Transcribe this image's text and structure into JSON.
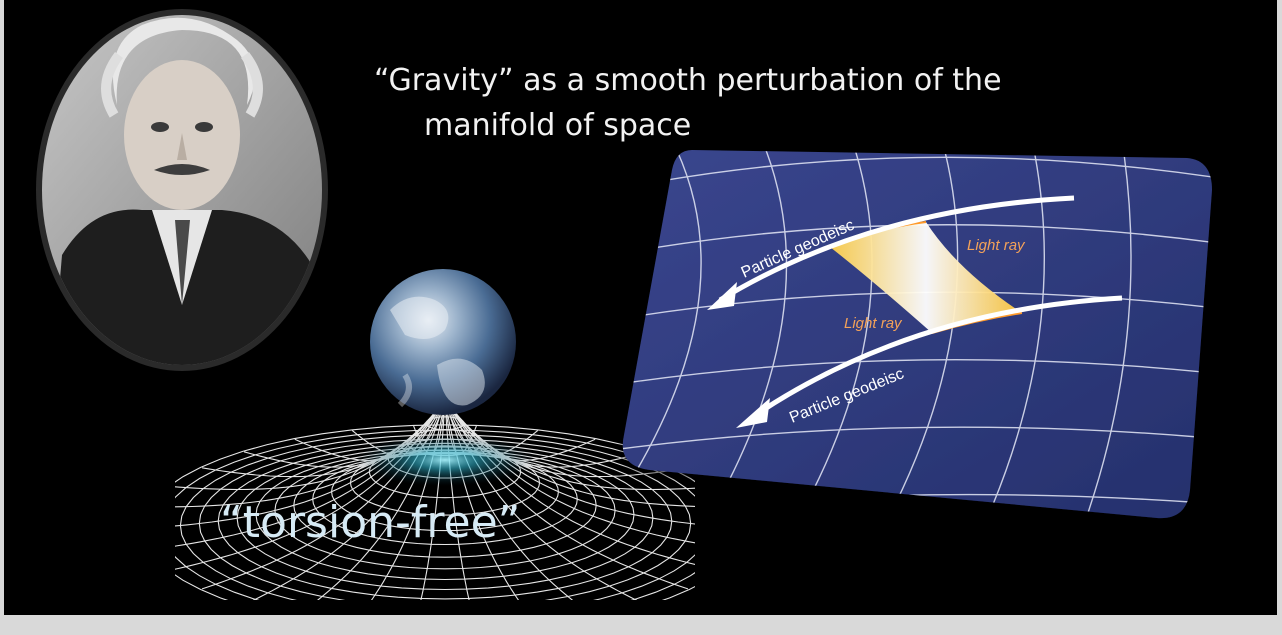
{
  "slide": {
    "title_partial": "",
    "subtitle_line1": "“Gravity” as a smooth perturbation of the",
    "subtitle_line2": "manifold of space",
    "caption": "“torsion-free”"
  },
  "diagram": {
    "particle_geodesic_top": "Particle geodeisc",
    "light_ray_top": "Light ray",
    "light_ray_bottom": "Light ray",
    "particle_geodesic_bottom": "Particle geodeisc"
  },
  "colors": {
    "background": "#000000",
    "text": "#f2f2f2",
    "caption": "#d6eaf5",
    "panel": "#2e3a7e",
    "light_ray_label": "#f4a259",
    "grid_mesh": "#ffffff"
  },
  "icons": {
    "portrait": "portrait-photo",
    "planet": "earth-globe-icon"
  }
}
